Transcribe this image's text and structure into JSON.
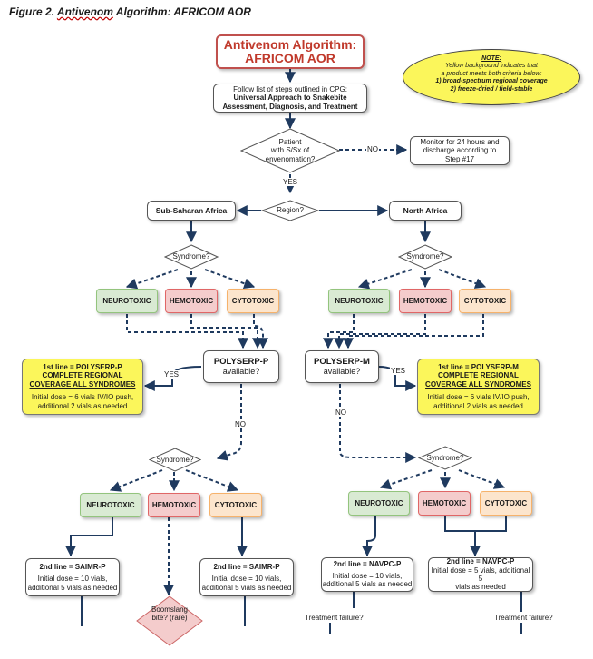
{
  "figure": {
    "prefix": "Figure 2. ",
    "underlined": "Antivenom",
    "suffix": " Algorithm: AFRICOM AOR"
  },
  "title": {
    "line1": "Antivenom Algorithm:",
    "line2": "AFRICOM AOR"
  },
  "note": {
    "title": "NOTE:",
    "line1": "Yellow background indicates that",
    "line2": "a product meets both criteria below:",
    "line3": "1) broad-spectrum regional coverage",
    "line4": "2) freeze-dried / field-stable"
  },
  "cpg": {
    "line1": "Follow list of steps outlined in CPG:",
    "line2": "Universal Approach to Snakebite",
    "line3": "Assessment, Diagnosis, and Treatment"
  },
  "envenom": {
    "line1": "Patient",
    "line2": "with S/Sx of",
    "line3": "envenomation?"
  },
  "monitor": {
    "line1": "Monitor for 24 hours and",
    "line2": "discharge according to",
    "line3": "Step #17"
  },
  "labels": {
    "no": "NO",
    "yes": "YES"
  },
  "region_q": "Region?",
  "regions": {
    "south": "Sub-Saharan Africa",
    "north": "North Africa"
  },
  "syndrome_q": "Syndrome?",
  "syndromes": {
    "neuro": "NEUROTOXIC",
    "hemo": "HEMOTOXIC",
    "cyto": "CYTOTOXIC"
  },
  "polyserp_p": {
    "name": "POLYSERP-P",
    "q": "available?"
  },
  "polyserp_m": {
    "name": "POLYSERP-M",
    "q": "available?"
  },
  "first_p": {
    "head": "1st line = POLYSERP-P",
    "l1": "COMPLETE REGIONAL",
    "l2": "COVERAGE ALL SYNDROMES",
    "d1": "Initial dose = 6 vials IV/IO push,",
    "d2": "additional 2 vials as needed"
  },
  "first_m": {
    "head": "1st line = POLYSERP-M",
    "l1": "COMPLETE REGIONAL",
    "l2": "COVERAGE ALL SYNDROMES",
    "d1": "Initial dose = 6 vials IV/IO push,",
    "d2": "additional 2 vials as needed"
  },
  "saimr_neuro": {
    "head": "2nd line = SAIMR-P",
    "d1": "Initial dose = 10 vials,",
    "d2": "additional 5 vials as needed"
  },
  "saimr_cyto": {
    "head": "2nd line = SAIMR-P",
    "d1": "Initial dose = 10 vials,",
    "d2": "additional 5 vials as needed"
  },
  "navpc_neuro": {
    "head": "2nd line = NAVPC-P",
    "d1": "Initial dose = 10 vials,",
    "d2": "additional 5 vials as needed"
  },
  "navpc_hc": {
    "head": "2nd line = NAVPC-P",
    "d1": "Initial dose = 5 vials, additional 5",
    "d2": "vials as needed"
  },
  "boomslang": {
    "line1": "Boomslang",
    "line2": "bite? (rare)"
  },
  "treatment_failure": "Treatment failure?"
}
